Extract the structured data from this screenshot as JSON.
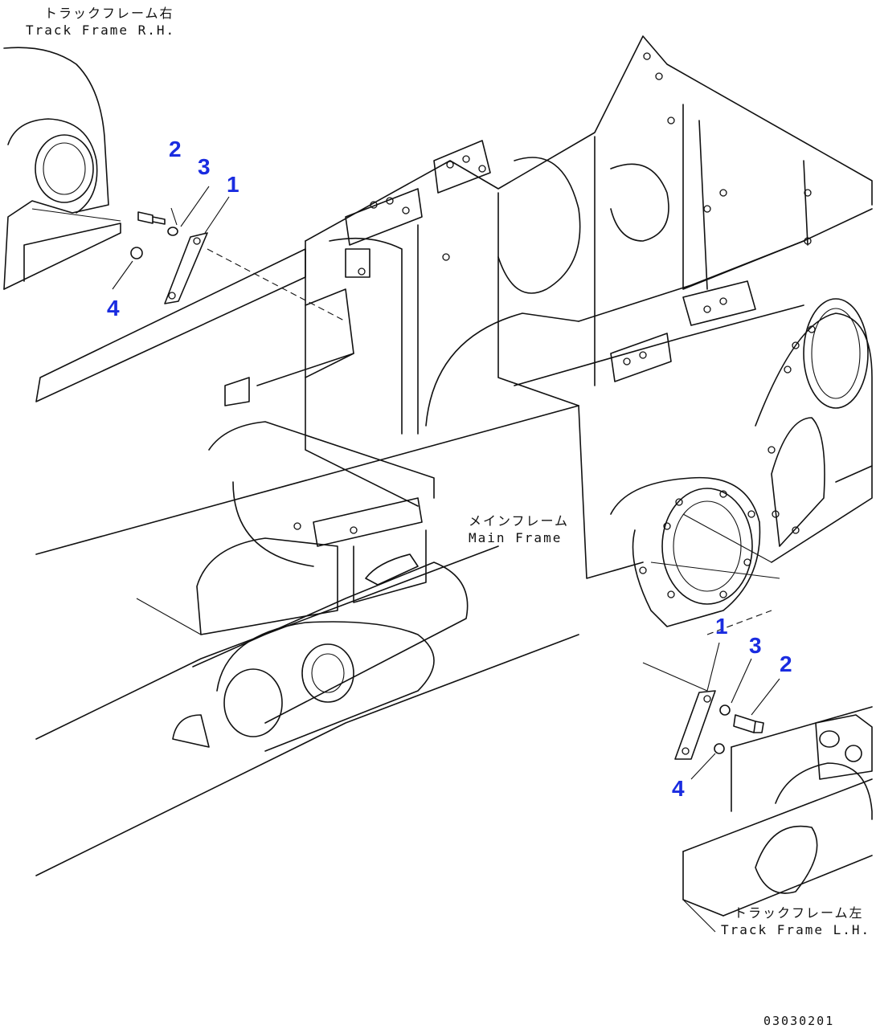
{
  "labels": {
    "track_frame_rh_jp": "トラックフレーム右",
    "track_frame_rh_en": "Track Frame R.H.",
    "main_frame_jp": "メインフレーム",
    "main_frame_en": "Main Frame",
    "track_frame_lh_jp": "トラックフレーム左",
    "track_frame_lh_en": "Track Frame L.H.",
    "drawing_number": "03030201"
  },
  "callouts_rh": {
    "c1": "1",
    "c2": "2",
    "c3": "3",
    "c4": "4"
  },
  "callouts_lh": {
    "c1": "1",
    "c2": "2",
    "c3": "3",
    "c4": "4"
  },
  "colors": {
    "callout": "#1a2ce0",
    "line": "#111111"
  }
}
